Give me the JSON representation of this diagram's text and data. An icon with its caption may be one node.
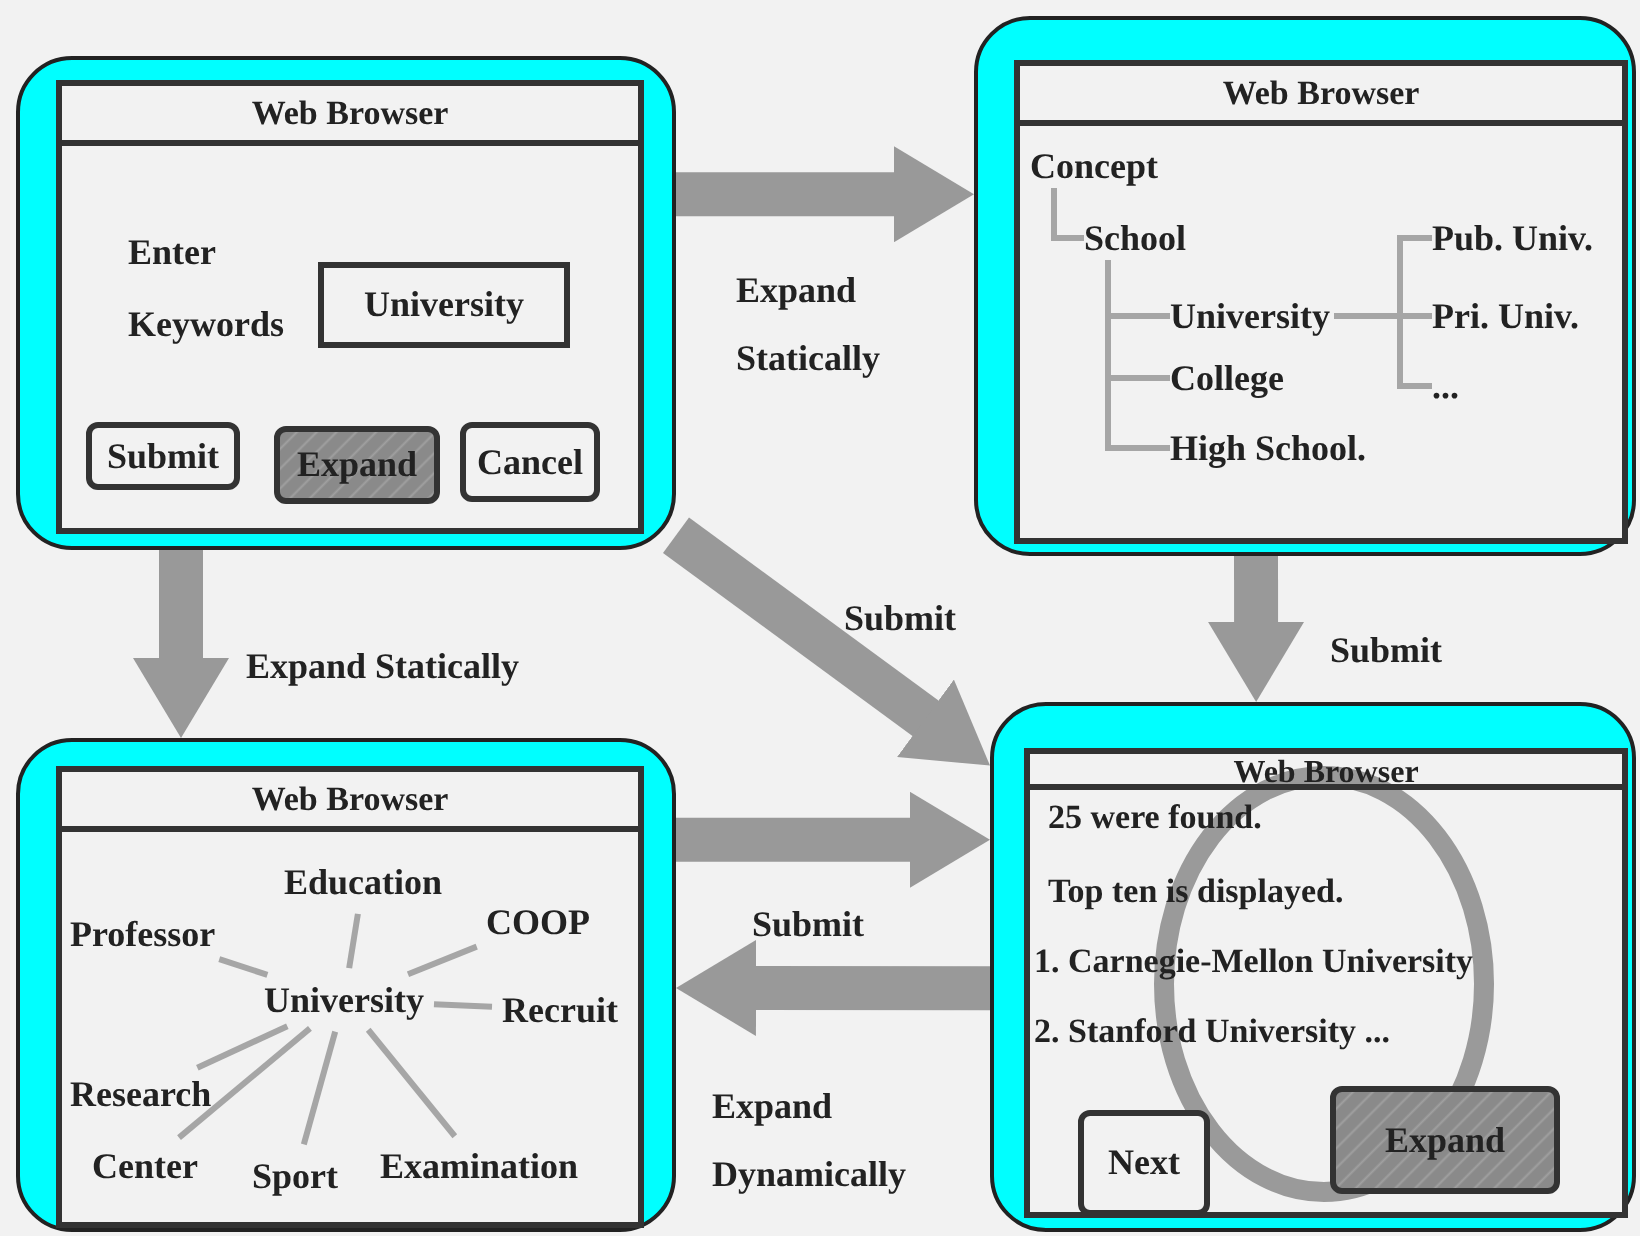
{
  "diagram": {
    "nodes": [
      {
        "text": [],
        "shape": "box"
      },
      {
        "text": [
          "Web Browser"
        ],
        "in": 0
      },
      {
        "text": [
          "University"
        ],
        "in": 1
      },
      {
        "text": [
          "Submit"
        ],
        "in": 1
      },
      {
        "text": [
          "Expand"
        ],
        "in": 1
      },
      {
        "text": [
          "Cancel"
        ],
        "in": 1
      },
      {
        "text": [],
        "shape": "box"
      },
      {
        "text": [
          "Web Browser"
        ],
        "in": 6
      },
      {
        "text": [
          "Concept"
        ],
        "in": 7
      },
      {
        "text": [
          "School"
        ],
        "in": 7
      },
      {
        "text": [
          "University"
        ],
        "in": 7
      },
      {
        "text": [
          "College"
        ],
        "in": 7
      },
      {
        "text": [
          "High School."
        ],
        "in": 7
      },
      {
        "text": [
          "Pub. Univ."
        ],
        "in": 7
      },
      {
        "text": [
          "Pri. Univ."
        ],
        "in": 7
      },
      {
        "text": [
          "..."
        ],
        "in": 7
      },
      {
        "text": [],
        "shape": "box"
      },
      {
        "text": [
          "Web Browser"
        ],
        "in": 16
      },
      {
        "text": [
          "Education"
        ],
        "in": 17
      },
      {
        "text": [
          "Professor"
        ],
        "in": 17
      },
      {
        "text": [
          "COOP"
        ],
        "in": 17
      },
      {
        "text": [
          "University"
        ],
        "in": 17
      },
      {
        "text": [
          "Recruit"
        ],
        "in": 17
      },
      {
        "text": [
          "Research"
        ],
        "in": 17
      },
      {
        "text": [
          "Center"
        ],
        "in": 17
      },
      {
        "text": [
          "Sport"
        ],
        "in": 17
      },
      {
        "text": [
          "Examination"
        ],
        "in": 17
      },
      {
        "text": [],
        "shape": "box"
      },
      {
        "text": [
          "Web Browser"
        ],
        "in": 27
      },
      {
        "text": [
          "Next"
        ],
        "in": 28
      },
      {
        "text": [
          "Expand"
        ],
        "in": 28
      }
    ],
    "edges": [
      {
        "from": 0,
        "to": 6,
        "arrow": "to",
        "label": "Expand Statically",
        "style": "thick"
      },
      {
        "from": 0,
        "to": 16,
        "arrow": "to",
        "label": "Expand Statically",
        "style": "thick"
      },
      {
        "from": 0,
        "to": 27,
        "arrow": "to",
        "label": "Submit",
        "style": "thick"
      },
      {
        "from": 6,
        "to": 27,
        "arrow": "to",
        "label": "Submit",
        "style": "thick"
      },
      {
        "from": 16,
        "to": 27,
        "arrow": "to",
        "label": "Submit",
        "style": "thick"
      },
      {
        "from": 27,
        "to": 16,
        "arrow": "to",
        "label": "Expand Dynamically",
        "style": "thick"
      },
      {
        "from": 8,
        "to": 9,
        "arrow": "none"
      },
      {
        "from": 9,
        "to": 10,
        "arrow": "none"
      },
      {
        "from": 9,
        "to": 11,
        "arrow": "none"
      },
      {
        "from": 9,
        "to": 12,
        "arrow": "none"
      },
      {
        "from": 10,
        "to": 13,
        "arrow": "none"
      },
      {
        "from": 10,
        "to": 14,
        "arrow": "none"
      },
      {
        "from": 10,
        "to": 15,
        "arrow": "none"
      },
      {
        "from": 21,
        "to": 18,
        "arrow": "none"
      },
      {
        "from": 21,
        "to": 19,
        "arrow": "none"
      },
      {
        "from": 21,
        "to": 20,
        "arrow": "none"
      },
      {
        "from": 21,
        "to": 22,
        "arrow": "none"
      },
      {
        "from": 21,
        "to": 23,
        "arrow": "none"
      },
      {
        "from": 21,
        "to": 24,
        "arrow": "none"
      },
      {
        "from": 21,
        "to": 25,
        "arrow": "none"
      },
      {
        "from": 21,
        "to": 26,
        "arrow": "none"
      }
    ],
    "labels": [
      "Enter Keywords",
      "25 were found.",
      "Top ten is displayed.",
      "1. Carnegie-Mellon University",
      "2. Stanford University ..."
    ]
  }
}
